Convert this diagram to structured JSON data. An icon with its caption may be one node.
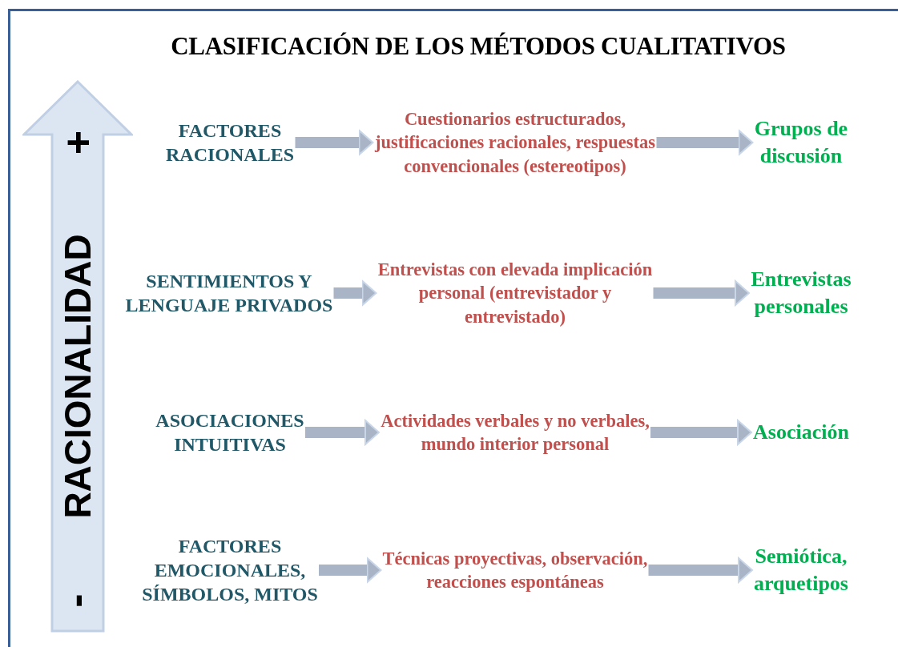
{
  "diagram": {
    "title": "CLASIFICACIÓN DE LOS MÉTODOS CUALITATIVOS",
    "nodes": [
      {
        "text": [
          "+",
          "RACIONALIDAD",
          "-"
        ]
      },
      {
        "text": [
          "FACTORES RACIONALES"
        ]
      },
      {
        "text": [
          "Cuestionarios estructurados, justificaciones racionales, respuestas convencionales (estereotipos)"
        ]
      },
      {
        "text": [
          "Grupos de discusión"
        ]
      },
      {
        "text": [
          "SENTIMIENTOS Y LENGUAJE PRIVADOS"
        ]
      },
      {
        "text": [
          "Entrevistas con elevada implicación personal (entrevistador y entrevistado)"
        ]
      },
      {
        "text": [
          "Entrevistas personales"
        ]
      },
      {
        "text": [
          "ASOCIACIONES INTUITIVAS"
        ]
      },
      {
        "text": [
          "Actividades verbales y no verbales, mundo interior personal"
        ]
      },
      {
        "text": [
          "Asociación"
        ]
      },
      {
        "text": [
          "FACTORES EMOCIONALES, SÍMBOLOS, MITOS"
        ]
      },
      {
        "text": [
          "Técnicas proyectivas, observación, reacciones espontáneas"
        ]
      },
      {
        "text": [
          "Semiótica, arquetipos"
        ]
      }
    ],
    "edges": [
      {
        "from": 1,
        "to": 2,
        "arrow": "to"
      },
      {
        "from": 2,
        "to": 3,
        "arrow": "to"
      },
      {
        "from": 4,
        "to": 5,
        "arrow": "to"
      },
      {
        "from": 5,
        "to": 6,
        "arrow": "to"
      },
      {
        "from": 7,
        "to": 8,
        "arrow": "to"
      },
      {
        "from": 8,
        "to": 9,
        "arrow": "to"
      },
      {
        "from": 10,
        "to": 11,
        "arrow": "to"
      },
      {
        "from": 11,
        "to": 12,
        "arrow": "to"
      }
    ]
  }
}
